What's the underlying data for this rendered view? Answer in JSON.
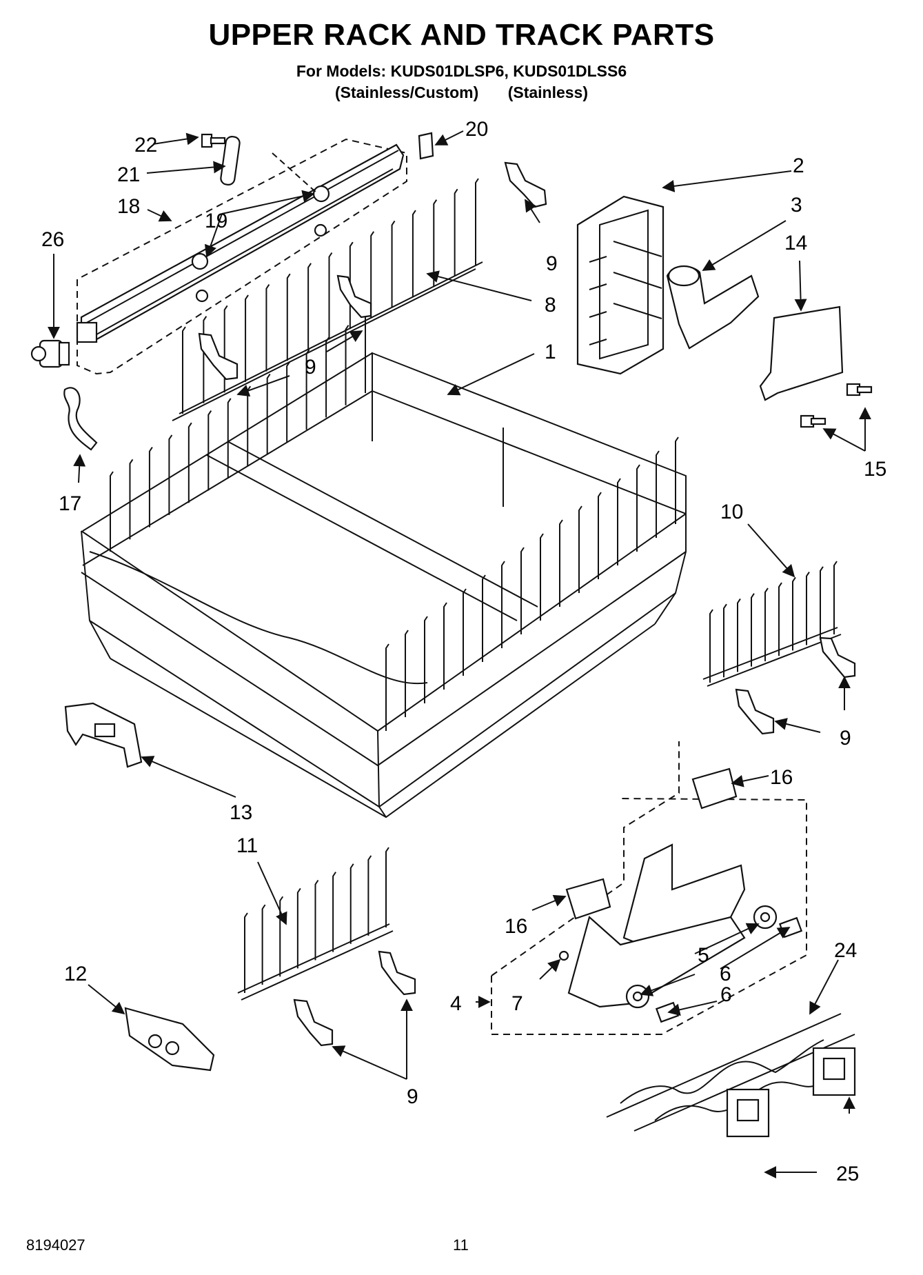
{
  "header": {
    "title": "UPPER RACK AND TRACK PARTS",
    "models_line": "For Models: KUDS01DLSP6, KUDS01DLSS6",
    "variant_1": "(Stainless/Custom)",
    "variant_2": "(Stainless)"
  },
  "callouts": {
    "c1": "1",
    "c2": "2",
    "c3": "3",
    "c4": "4",
    "c5": "5",
    "c6a": "6",
    "c6b": "6",
    "c7": "7",
    "c8": "8",
    "c9a": "9",
    "c9b": "9",
    "c9c": "9",
    "c9d": "9",
    "c10": "10",
    "c11": "11",
    "c12": "12",
    "c13": "13",
    "c14": "14",
    "c15": "15",
    "c16a": "16",
    "c16b": "16",
    "c17": "17",
    "c18": "18",
    "c19": "19",
    "c20": "20",
    "c21": "21",
    "c22": "22",
    "c24": "24",
    "c25": "25",
    "c26": "26"
  },
  "footer": {
    "doc_number": "8194027",
    "page_number": "11"
  },
  "icons": [
    "upper-rack-basket",
    "track-rail",
    "tine-row",
    "clip",
    "adjuster-assembly",
    "wheel",
    "end-cap"
  ]
}
